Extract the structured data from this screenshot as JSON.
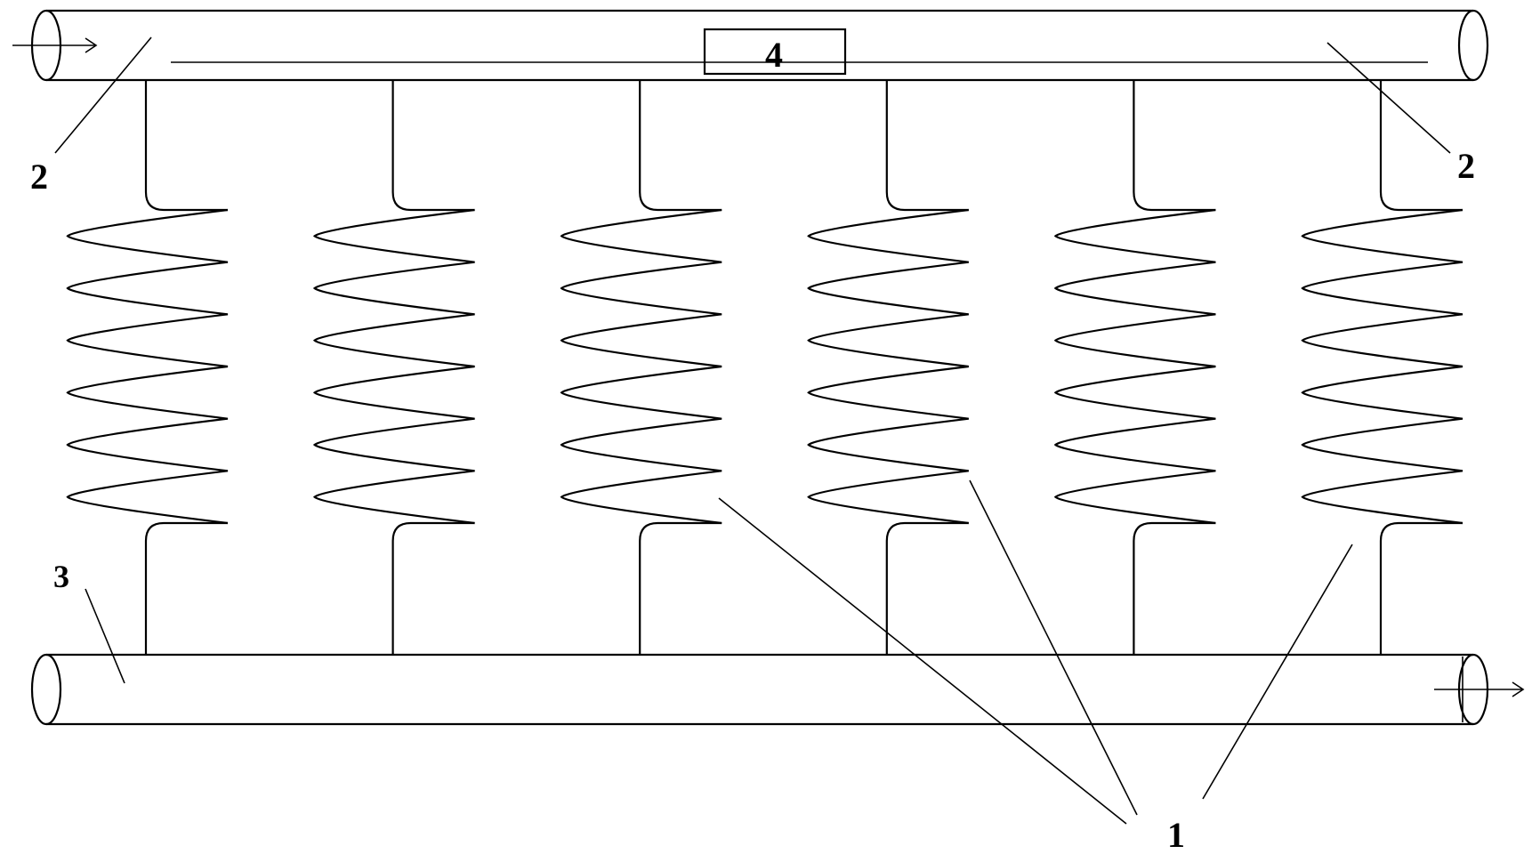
{
  "diagram": {
    "labels": {
      "coil": "1",
      "header_left": "2",
      "header_right": "2",
      "bottom_pipe": "3",
      "component": "4"
    },
    "coil_count": 6,
    "colors": {
      "line": "#000000",
      "background": "#ffffff"
    }
  }
}
